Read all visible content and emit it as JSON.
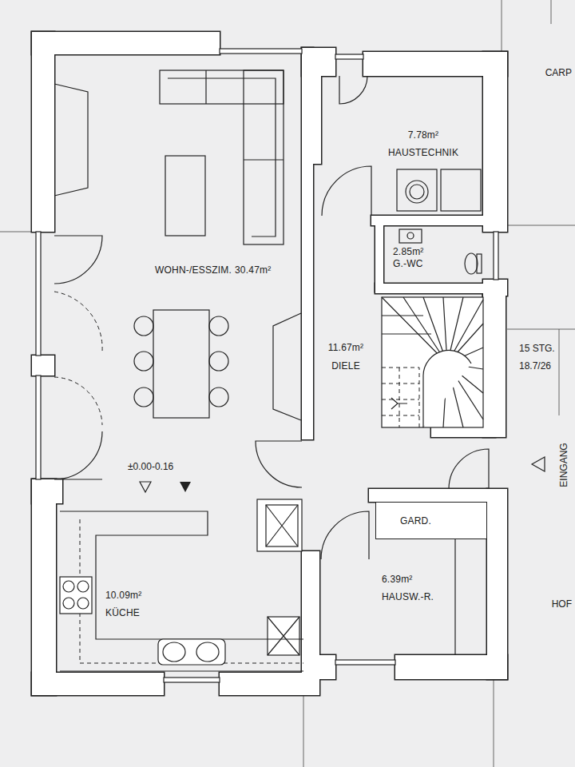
{
  "diagram": {
    "nodes": [
      {
        "text": [
          "WOHN-/ESSZIM.",
          "30.47m²"
        ]
      },
      {
        "text": [
          "7.78m²",
          "HAUSTECHNIK"
        ]
      },
      {
        "text": [
          "2.85m²",
          "G.-WC"
        ]
      },
      {
        "text": [
          "11.67m²",
          "DIELE"
        ]
      },
      {
        "text": [
          "10.09m²",
          "KÜCHE"
        ]
      },
      {
        "text": [
          "6.39m²",
          "HAUSW.-R."
        ]
      },
      {
        "text": [
          "GARD."
        ],
        "in": 5
      }
    ],
    "labels": [
      "±0.00-0.16",
      "15 STG.",
      "18.7/26",
      "EINGANG",
      "CARP",
      "HOF"
    ]
  }
}
